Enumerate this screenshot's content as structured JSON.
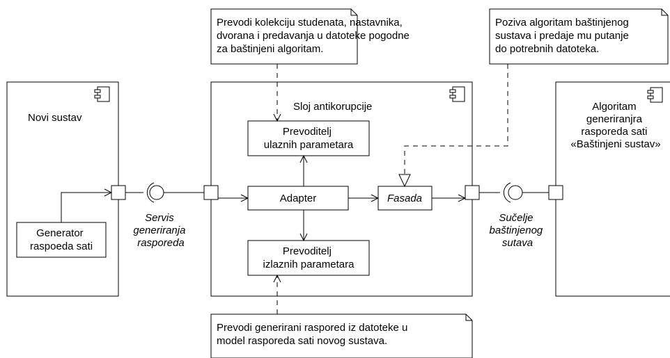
{
  "components": {
    "novi_sustav": {
      "name": "Novi sustav"
    },
    "sloj_antikorupcije": {
      "name": "Sloj antikorupcije"
    },
    "algoritam": {
      "name_lines": [
        "Algoritam",
        "generiranjra",
        "rasporeda sati",
        "«Baštinjeni sustav»"
      ]
    }
  },
  "classes": {
    "generator": {
      "lines": [
        "Generator",
        "raspoeda sati"
      ]
    },
    "prevoditelj_ulaz": {
      "lines": [
        "Prevoditelj",
        "ulaznih parametara"
      ]
    },
    "adapter": {
      "label": "Adapter"
    },
    "fasada": {
      "label": "Fasada"
    },
    "prevoditelj_izlaz": {
      "lines": [
        "Prevoditelj",
        "izlaznih parametara"
      ]
    }
  },
  "interfaces": {
    "servis": {
      "lines": [
        "Servis",
        "generiranja",
        "rasporeda"
      ]
    },
    "sucelje": {
      "lines": [
        "Sučelje",
        "baštinjenog",
        "sutava"
      ]
    }
  },
  "notes": {
    "note_input": {
      "lines": [
        "Prevodi kolekciju studenata, nastavnika,",
        "dvorana i predavanja u datoteke pogodne",
        "za baštinjeni algoritam."
      ]
    },
    "note_legacy": {
      "lines": [
        "Poziva algoritam baštinjenog",
        "sustava i predaje mu putanje",
        "do potrebnih datoteka."
      ]
    },
    "note_output": {
      "lines": [
        "Prevodi generirani raspored iz datoteke u",
        "model rasporeda sati novog sustava."
      ]
    }
  }
}
